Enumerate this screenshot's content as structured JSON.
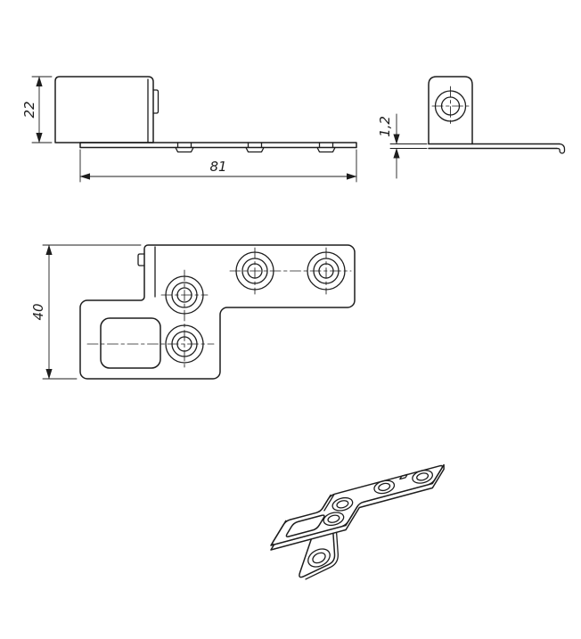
{
  "drawing": {
    "dimensions": {
      "flange_height": "22",
      "plate_length": "81",
      "material_thickness": "1,2",
      "plate_width": "40"
    },
    "colors": {
      "line": "#1d1d1d",
      "background": "#ffffff"
    }
  }
}
